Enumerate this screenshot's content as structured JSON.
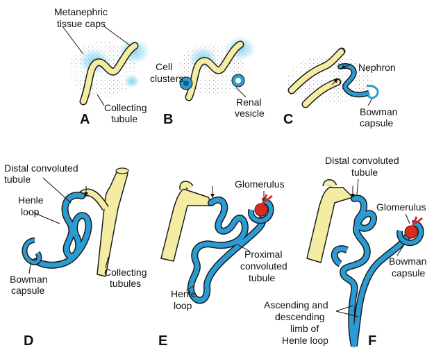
{
  "colors": {
    "tubule_yellow": "#f3eca2",
    "nephron_blue": "#2a9bd3",
    "tissue_cyan": "#7fd0ec",
    "glomerulus_red": "#d82b22",
    "outline": "#1a1a1a"
  },
  "panels": {
    "A": {
      "letter": "A",
      "label_metanephric_1": "Metanephric",
      "label_metanephric_2": "tissue caps",
      "label_collecting_1": "Collecting",
      "label_collecting_2": "tubule"
    },
    "B": {
      "letter": "B",
      "label_cell_1": "Cell",
      "label_cell_2": "clusters",
      "label_renal_1": "Renal",
      "label_renal_2": "vesicle"
    },
    "C": {
      "letter": "C",
      "label_nephron": "Nephron",
      "label_bowman_1": "Bowman",
      "label_bowman_2": "capsule"
    },
    "D": {
      "letter": "D",
      "label_distal_1": "Distal convoluted",
      "label_distal_2": "tubule",
      "label_henle_1": "Henle",
      "label_henle_2": "loop",
      "label_bowman_1": "Bowman",
      "label_bowman_2": "capsule",
      "label_collecting_1": "Collecting",
      "label_collecting_2": "tubules"
    },
    "E": {
      "letter": "E",
      "label_glomerulus": "Glomerulus",
      "label_proximal_1": "Proximal",
      "label_proximal_2": "convoluted",
      "label_proximal_3": "tubule",
      "label_henle_1": "Henle",
      "label_henle_2": "loop"
    },
    "F": {
      "letter": "F",
      "label_distal_1": "Distal convoluted",
      "label_distal_2": "tubule",
      "label_glomerulus": "Glomerulus",
      "label_bowman_1": "Bowman",
      "label_bowman_2": "capsule",
      "label_limb_1": "Ascending and",
      "label_limb_2": "descending",
      "label_limb_3": "limb of",
      "label_limb_4": "Henle loop"
    }
  }
}
